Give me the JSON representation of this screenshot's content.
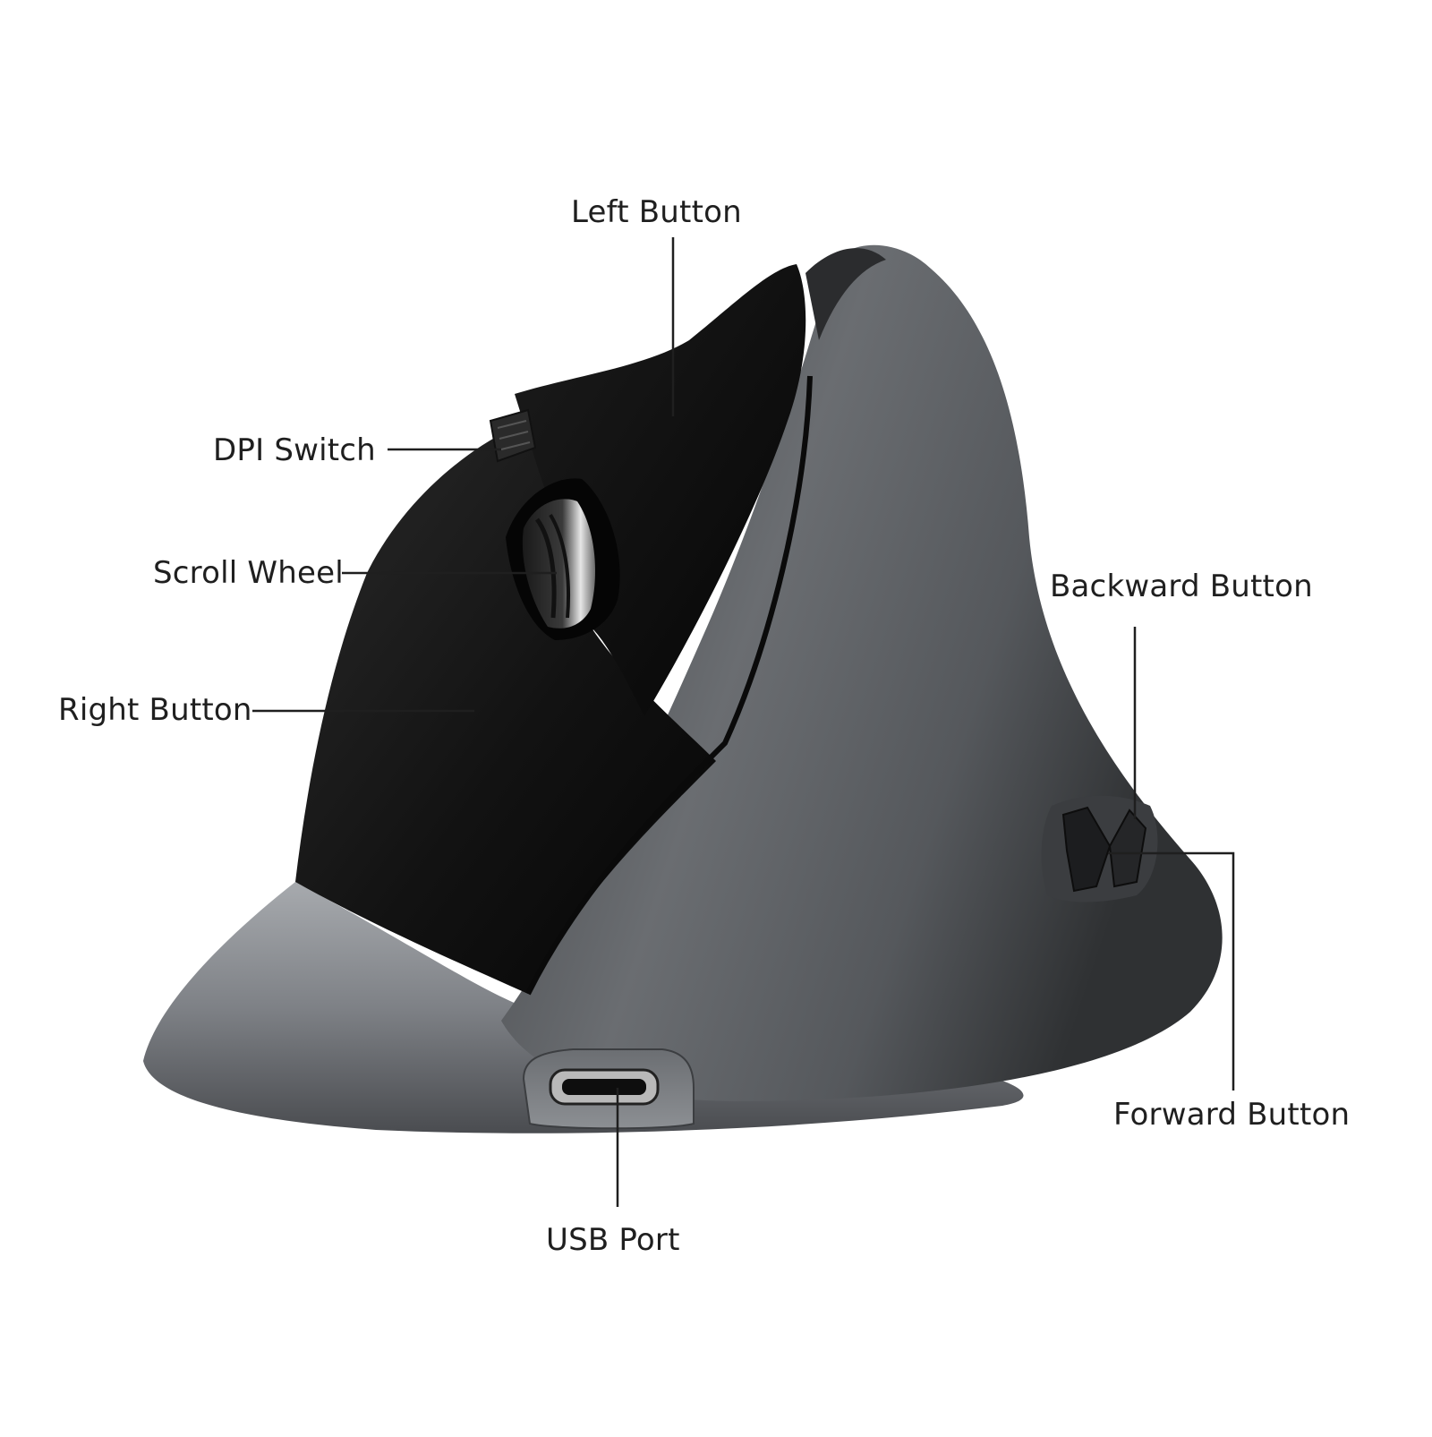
{
  "labels": {
    "left_button": "Left Button",
    "dpi_switch": "DPI Switch",
    "scroll_wheel": "Scroll Wheel",
    "right_button": "Right Button",
    "backward_button": "Backward Button",
    "forward_button": "Forward Button",
    "usb_port": "USB Port"
  },
  "colors": {
    "background": "#ffffff",
    "label_text": "#1f1f1f",
    "leader_line": "#1f1f1f",
    "button_black": "#0c0c0c",
    "shell_gunmetal": "#55585c",
    "base_silver": "#8e9196",
    "chrome_wheel": "#d8d8d8"
  }
}
